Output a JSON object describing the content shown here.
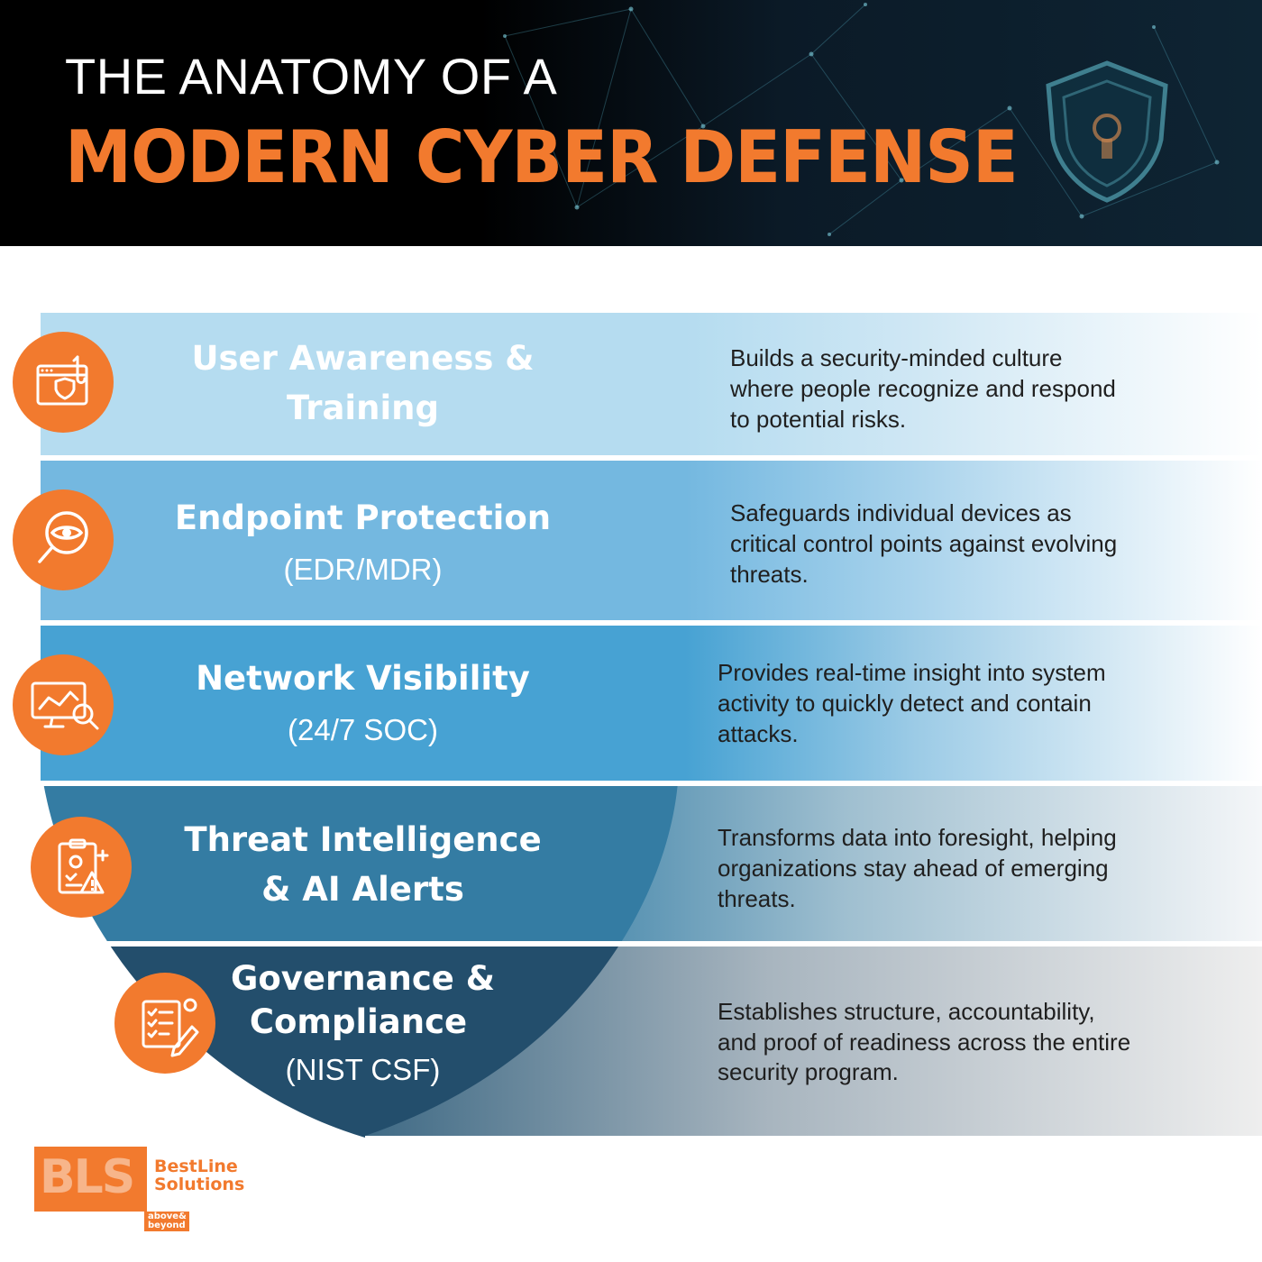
{
  "header": {
    "title_top": "THE ANATOMY OF A",
    "title_main": "MODERN CYBER DEFENSE"
  },
  "layers": [
    {
      "title_lines": [
        "User Awareness &",
        "Training"
      ],
      "subtitle": "",
      "description_lines": [
        "Builds a security-minded culture",
        "where people recognize and respond",
        "to potential risks."
      ],
      "icon": "phishing-browser-icon"
    },
    {
      "title_lines": [
        "Endpoint Protection"
      ],
      "subtitle": "(EDR/MDR)",
      "description_lines": [
        "Safeguards individual devices as",
        "critical control points against evolving",
        "threats."
      ],
      "icon": "eye-magnifier-icon"
    },
    {
      "title_lines": [
        "Network Visibility"
      ],
      "subtitle": "(24/7 SOC)",
      "description_lines": [
        "Provides real-time insight into system",
        "activity to quickly detect and contain",
        "attacks."
      ],
      "icon": "monitor-analytics-icon"
    },
    {
      "title_lines": [
        "Threat Intelligence",
        "& AI Alerts"
      ],
      "subtitle": "",
      "description_lines": [
        "Transforms data into foresight, helping",
        "organizations stay ahead of emerging",
        "threats."
      ],
      "icon": "clipboard-alert-icon"
    },
    {
      "title_lines": [
        "Governance &",
        "Compliance"
      ],
      "subtitle": "(NIST CSF)",
      "description_lines": [
        "Establishes structure, accountability,",
        "and proof of readiness across the entire",
        "security program."
      ],
      "icon": "checklist-pencil-icon"
    }
  ],
  "logo": {
    "letters": "BLS",
    "name_line1": "BestLine",
    "name_line2": "Solutions",
    "tagline_line1": "above&",
    "tagline_line2": "beyond"
  },
  "colors": {
    "accent_orange": "#f27a2e",
    "layer1": "#b5dcf0",
    "layer2": "#74b8e0",
    "layer3": "#47a2d3",
    "layer4": "#347ca3",
    "layer5": "#234e6c"
  }
}
